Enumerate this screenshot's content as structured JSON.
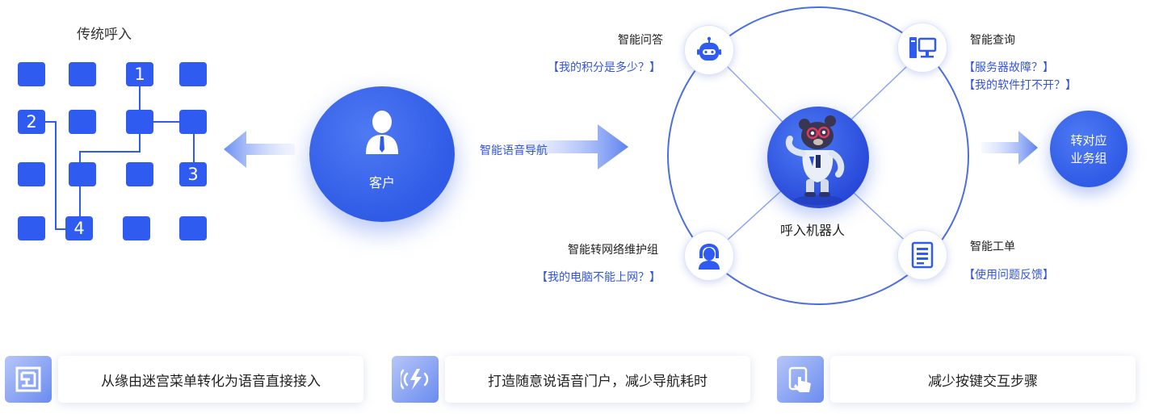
{
  "traditional": {
    "title": "传统呼入",
    "numbers": [
      "1",
      "2",
      "3",
      "4"
    ]
  },
  "customer": {
    "label": "客户"
  },
  "navigation": {
    "label": "智能语音导航"
  },
  "robot": {
    "label": "呼入机器人"
  },
  "nodes": {
    "qa": {
      "title": "智能问答",
      "questions": [
        "【我的积分是多少？】"
      ]
    },
    "query": {
      "title": "智能查询",
      "questions": [
        "【服务器故障？】",
        "【我的软件打不开？】"
      ]
    },
    "network": {
      "title": "智能转网络维护组",
      "questions": [
        "【我的电脑不能上网？】"
      ]
    },
    "ticket": {
      "title": "智能工单",
      "questions": [
        "【使用问题反馈】"
      ]
    }
  },
  "target": {
    "line1": "转对应",
    "line2": "业务组"
  },
  "features": [
    {
      "text": "从缘由迷宫菜单转化为语音直接接入",
      "icon": "maze-icon"
    },
    {
      "text": "打造随意说语音门户，减少导航耗时",
      "icon": "voice-icon"
    },
    {
      "text": "减少按键交互步骤",
      "icon": "touch-icon"
    }
  ],
  "colors": {
    "accent": "#2f5bf0",
    "link": "#3355dd"
  }
}
